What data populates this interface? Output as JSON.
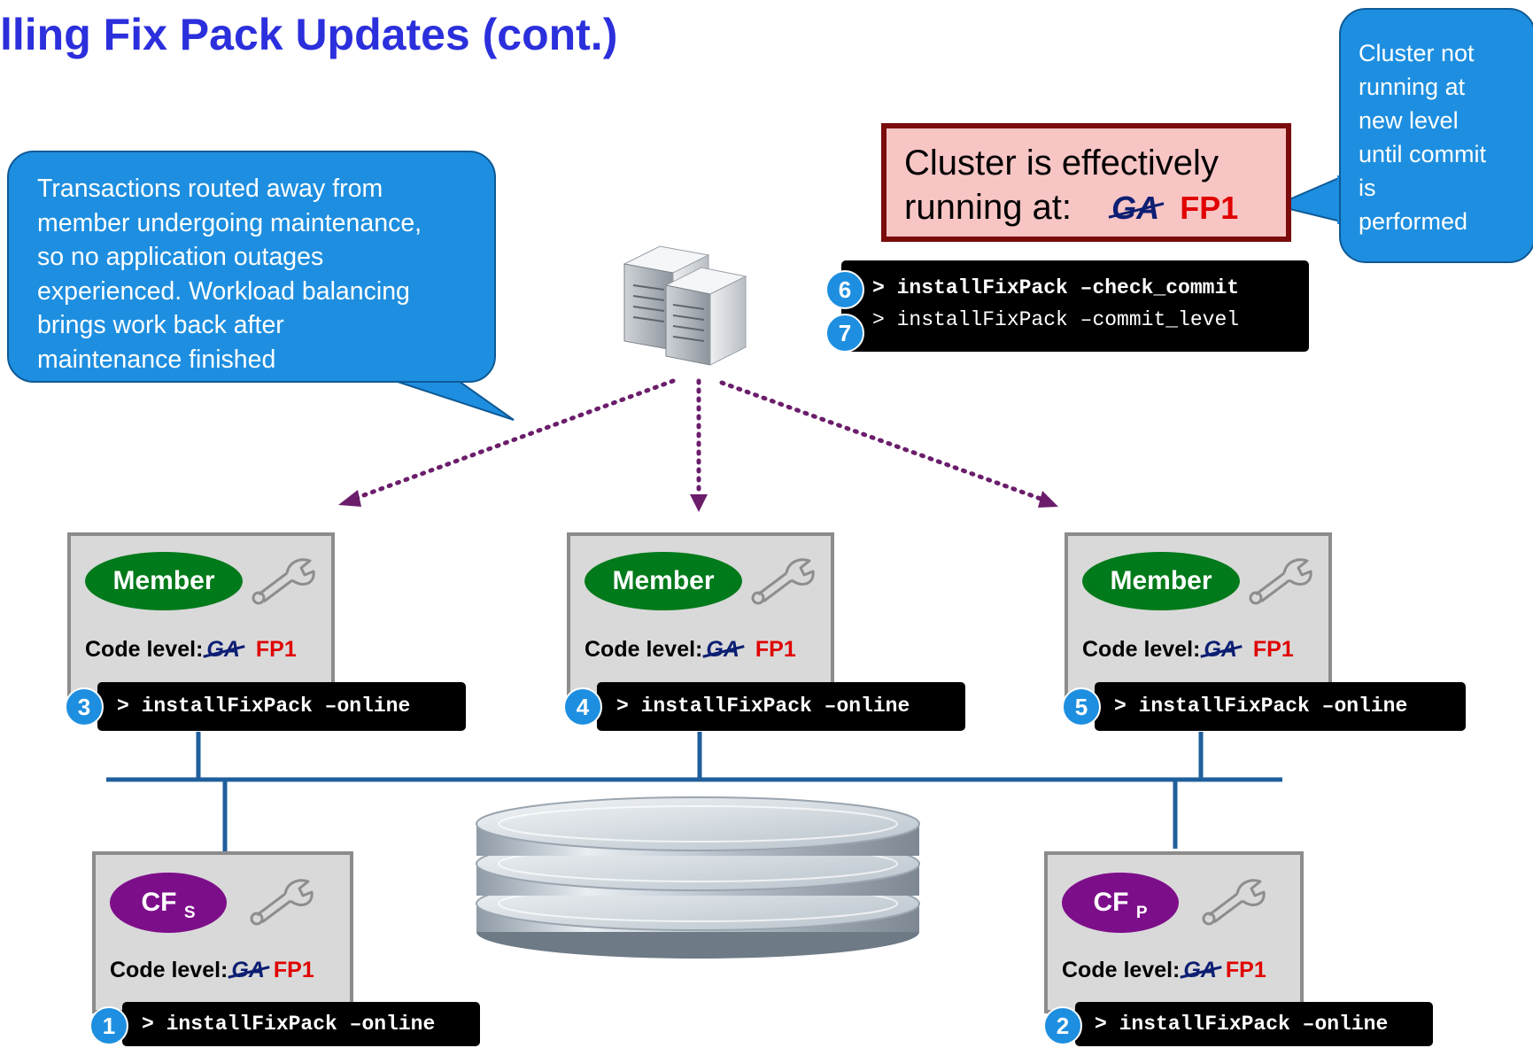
{
  "title": "lling Fix Pack Updates (cont.)",
  "callout_left": {
    "lines": [
      "Transactions routed away from",
      "member undergoing maintenance,",
      "so no application outages",
      "experienced. Workload balancing",
      "brings work back after",
      "maintenance finished"
    ]
  },
  "callout_right": {
    "lines": [
      "Cluster not",
      "running at",
      "new level",
      "until commit",
      "is",
      "performed"
    ]
  },
  "cluster_status": {
    "line1": "Cluster is effectively",
    "line2": "running at:",
    "old_level": "GA",
    "new_level": "FP1"
  },
  "commit_commands": [
    {
      "step": "6",
      "text": "> installFixPack –check_commit"
    },
    {
      "step": "7",
      "text": "> installFixPack –commit_level"
    }
  ],
  "members": [
    {
      "label": "Member",
      "code_label": "Code level:",
      "old_level": "GA",
      "new_level": "FP1",
      "step": "3",
      "command": "> installFixPack –online"
    },
    {
      "label": "Member",
      "code_label": "Code level:",
      "old_level": "GA",
      "new_level": "FP1",
      "step": "4",
      "command": "> installFixPack –online"
    },
    {
      "label": "Member",
      "code_label": "Code level:",
      "old_level": "GA",
      "new_level": "FP1",
      "step": "5",
      "command": "> installFixPack –online"
    }
  ],
  "cfs": [
    {
      "label": "CF",
      "sub": "S",
      "code_label": "Code level:",
      "old_level": "GA",
      "new_level": "FP1",
      "step": "1",
      "command": "> installFixPack –online"
    },
    {
      "label": "CF",
      "sub": "P",
      "code_label": "Code level:",
      "old_level": "GA",
      "new_level": "FP1",
      "step": "2",
      "command": "> installFixPack –online"
    }
  ],
  "icons": {
    "server": "server-icon",
    "wrench": "wrench-icon",
    "storage": "storage-disks-icon"
  },
  "colors": {
    "title": "#2b2fdc",
    "bubble": "#1e8fe0",
    "member": "#007a1a",
    "cf": "#7d0e8a",
    "new_level": "#e00000",
    "network": "#1f5f9c",
    "route_arrow": "#6b1d6b"
  }
}
